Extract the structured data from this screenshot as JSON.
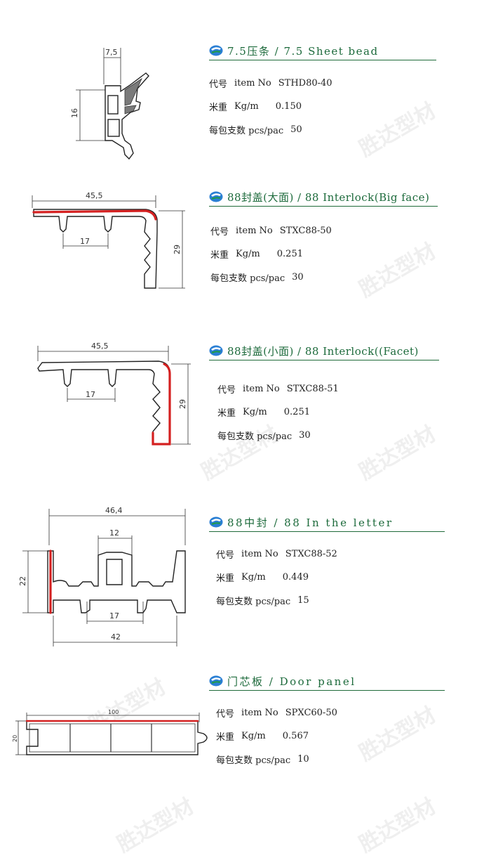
{
  "watermark": "胜达型材",
  "colors": {
    "title": "#1c6a3b",
    "accent_red": "#d42020",
    "logo_blue": "#2a7fd4",
    "logo_green": "#1f9a4a"
  },
  "logo_icon": "shengda-s-logo-icon",
  "products": [
    {
      "title": "7.5压条  / 7.5 Sheet bead",
      "code_label_cn": "代号",
      "code_label_en": "item No",
      "code": "STHD80-40",
      "weight_label_cn": "米重",
      "weight_label_en": "Kg/m",
      "weight": "0.150",
      "pack_label": "每包支数 pcs/pac",
      "pack": "50",
      "dims": [
        "7,5",
        "16"
      ]
    },
    {
      "title": "88封盖(大面) / 88 Interlock(Big face)",
      "code_label_cn": "代号",
      "code_label_en": "item No",
      "code": "STXC88-50",
      "weight_label_cn": "米重",
      "weight_label_en": "Kg/m",
      "weight": "0.251",
      "pack_label": "每包支数 pcs/pac",
      "pack": "30",
      "dims": [
        "45,5",
        "17",
        "29"
      ]
    },
    {
      "title": "88封盖(小面) / 88 Interlock((Facet)",
      "code_label_cn": "代号",
      "code_label_en": "item No",
      "code": "STXC88-51",
      "weight_label_cn": "米重",
      "weight_label_en": "Kg/m",
      "weight": "0.251",
      "pack_label": "每包支数 pcs/pac",
      "pack": "30",
      "dims": [
        "45,5",
        "17",
        "29"
      ]
    },
    {
      "title": "88中封  / 88 In the letter",
      "code_label_cn": "代号",
      "code_label_en": "item No",
      "code": "STXC88-52",
      "weight_label_cn": "米重",
      "weight_label_en": "Kg/m",
      "weight": "0.449",
      "pack_label": "每包支数 pcs/pac",
      "pack": "15",
      "dims": [
        "46,4",
        "12",
        "22",
        "17",
        "42"
      ]
    },
    {
      "title": "门芯板 / Door panel",
      "code_label_cn": "代号",
      "code_label_en": "item No",
      "code": "SPXC60-50",
      "weight_label_cn": "米重",
      "weight_label_en": "Kg/m",
      "weight": "0.567",
      "pack_label": "每包支数 pcs/pac",
      "pack": "10",
      "dims": [
        "100",
        "20"
      ]
    }
  ]
}
